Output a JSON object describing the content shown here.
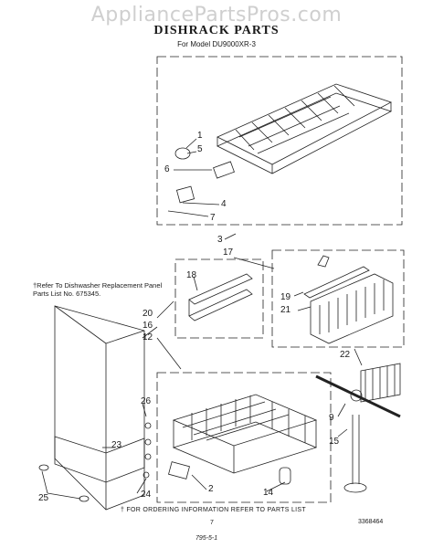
{
  "watermark": "AppliancePartsPros.com",
  "title": "DISHRACK PARTS",
  "subtitle": "For Model DU9000XR-3",
  "ref_note": "†Refer To Dishwasher Replacement Panel Parts List No. 675345.",
  "footer_note": "† FOR ORDERING INFORMATION REFER TO PARTS LIST",
  "page_number": "7",
  "doc_number": "3368464",
  "scribble": "795-5-1",
  "callouts": {
    "c1": "1",
    "c5": "5",
    "c6": "6",
    "c4": "4",
    "c7": "7",
    "c3": "3",
    "c17": "17",
    "c18": "18",
    "c19": "19",
    "c21": "21",
    "c20": "20",
    "c16": "16",
    "c12": "12",
    "c22": "22",
    "c9": "9",
    "c15": "15",
    "c23": "23",
    "c26": "26",
    "c24": "24",
    "c25": "25",
    "c2": "2",
    "c14": "14"
  }
}
